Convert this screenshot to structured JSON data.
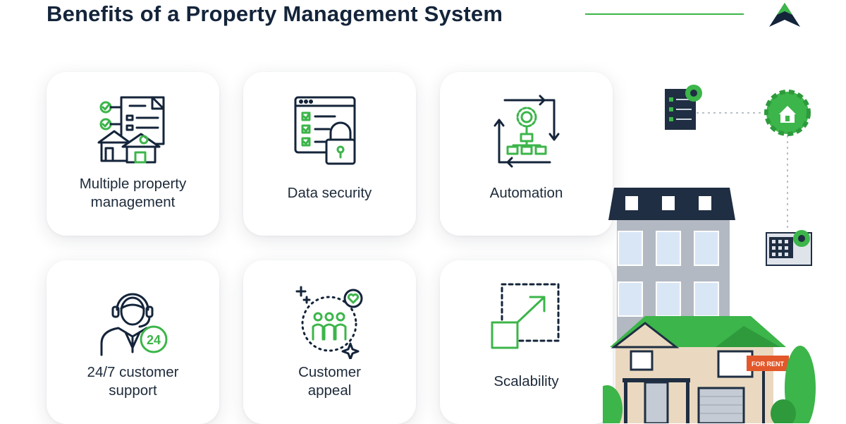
{
  "header": {
    "title": "Benefits of a Property Management System",
    "logo_icon": "triangle-logo-icon"
  },
  "cards": [
    {
      "label": "Multiple property\nmanagement",
      "icon": "multiple-property-icon"
    },
    {
      "label": "Data security",
      "icon": "data-security-icon"
    },
    {
      "label": "Automation",
      "icon": "automation-icon"
    },
    {
      "label": "24/7 customer\nsupport",
      "icon": "customer-support-icon",
      "badge": "24"
    },
    {
      "label": "Customer\nappeal",
      "icon": "customer-appeal-icon"
    },
    {
      "label": "Scalability",
      "icon": "scalability-icon"
    }
  ],
  "illustration": {
    "sign_text": "FOR RENT"
  },
  "colors": {
    "navy": "#14243a",
    "green": "#3cb54a",
    "accent_orange": "#e2582b"
  }
}
